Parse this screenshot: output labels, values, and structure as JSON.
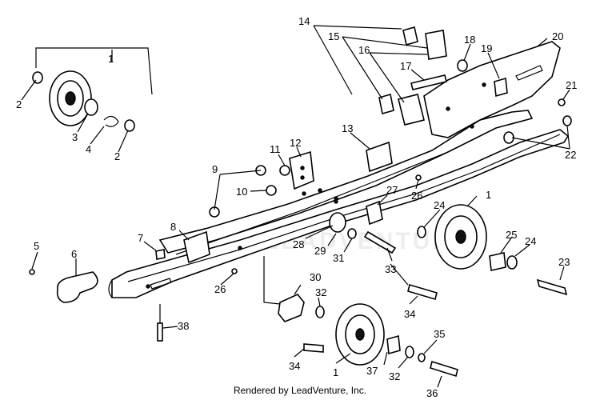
{
  "diagram": {
    "callouts": [
      "1",
      "1",
      "1",
      "2",
      "2",
      "3",
      "4",
      "5",
      "6",
      "7",
      "8",
      "9",
      "10",
      "11",
      "12",
      "13",
      "14",
      "15",
      "16",
      "17",
      "18",
      "19",
      "20",
      "21",
      "22",
      "23",
      "24",
      "24",
      "25",
      "26",
      "26",
      "27",
      "28",
      "29",
      "30",
      "31",
      "32",
      "32",
      "33",
      "34",
      "34",
      "35",
      "36",
      "37",
      "38"
    ]
  },
  "footer": "Rendered by LeadVenture, Inc.",
  "watermark": "LEADVENTURE"
}
